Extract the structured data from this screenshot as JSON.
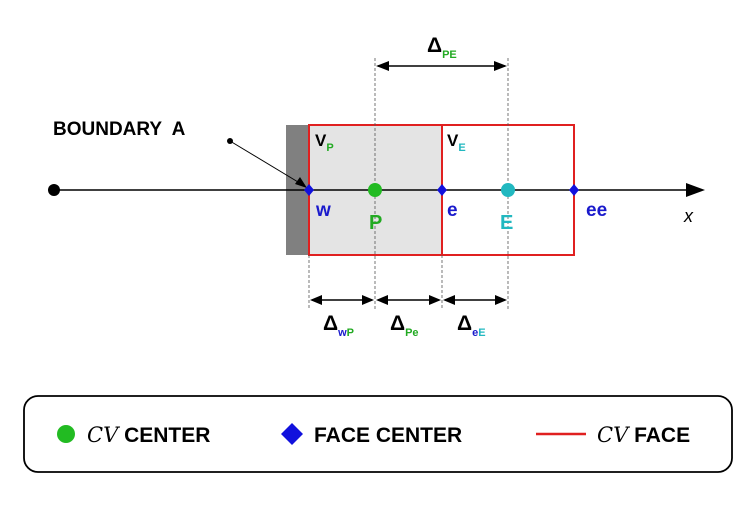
{
  "boundary": {
    "label": "BOUNDARY  A"
  },
  "volumes": {
    "p": {
      "main": "V",
      "sub": "P"
    },
    "e": {
      "main": "V",
      "sub": "E"
    }
  },
  "nodes": {
    "w": "w",
    "P": "P",
    "e": "e",
    "E": "E",
    "ee": "ee"
  },
  "axis": {
    "label": "x"
  },
  "deltas": {
    "PE": {
      "symbol": "Δ",
      "sub": "PE"
    },
    "wP": {
      "symbol": "Δ",
      "sub1": "w",
      "sub2": "P"
    },
    "Pe": {
      "symbol": "Δ",
      "sub": "Pe"
    },
    "eE": {
      "symbol": "Δ",
      "sub1": "e",
      "sub2": "E"
    }
  },
  "legend": {
    "cv_center": {
      "script": "CV",
      "text": " CENTER"
    },
    "face_center": {
      "text": "FACE CENTER"
    },
    "cv_face": {
      "script": "CV",
      "text": " FACE"
    }
  },
  "colors": {
    "cv_center": "#22bb22",
    "face_center": "#1111dd",
    "cv_face": "#e02020",
    "neighbor_center": "#22b8c0",
    "boundary_wall": "#808080",
    "shaded_cell": "#e4e4e4",
    "label_blue": "#1a1acc",
    "label_green": "#22aa22",
    "label_cyan": "#22b8c0"
  }
}
